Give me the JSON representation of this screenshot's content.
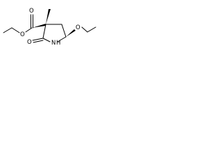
{
  "molecule": {
    "atoms": {
      "carbonyl_o": "O",
      "ester_o": "O",
      "lactam_o": "O",
      "nitrogen": "N",
      "hydrogen": "H",
      "ether_o": "O"
    },
    "colors": {
      "ink": "#000000",
      "background": "#ffffff"
    }
  }
}
